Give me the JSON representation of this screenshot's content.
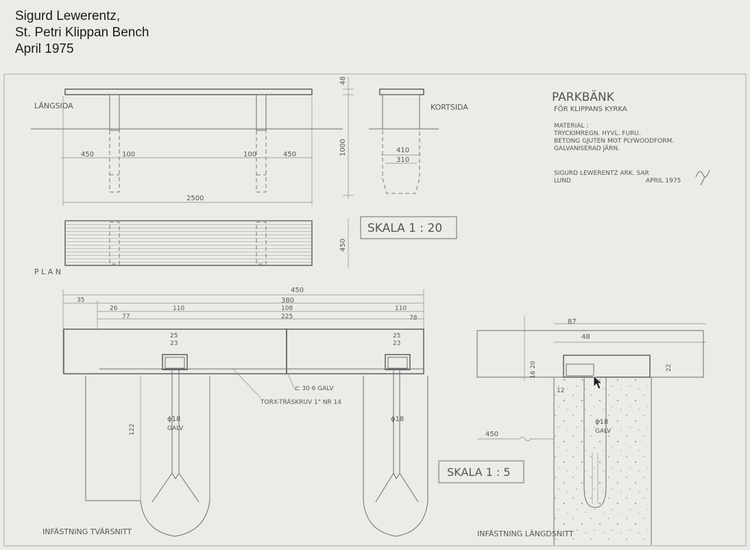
{
  "caption": {
    "line1": "Sigurd Lewerentz,",
    "line2": "St. Petri Klippan Bench",
    "line3": "April 1975"
  },
  "title_block": {
    "title": "PARKBÄNK",
    "subtitle": "FÖR KLIPPANS KYRKA",
    "material_label": "MATERIAL   :",
    "material_1": "TRYCKIMREGN. HYVL. FURU.",
    "material_2": "BETONG GJUTEN MOT PLYWOODFORM.",
    "material_3": "GALVANISERAD JÄRN.",
    "signature_1": "SIGURD LEWERENTZ  ARK. SAR",
    "signature_2": "LUND",
    "date": "APRIL 1975"
  },
  "labels": {
    "langsida": "LÄNGSIDA",
    "kortsida": "KORTSIDA",
    "plan": "P L A N",
    "skala_20": "SKALA  1 : 20",
    "skala_5": "SKALA  1 : 5",
    "infastning_tvarsnitt": "INFÄSTNING   TVÄRSNITT",
    "infastning_langdsnitt": "INFÄSTNING   LÄNGDSNITT",
    "galv_bolt": "⊏ 30·6 GALV",
    "screw": "TORX-TRÄSKRUV 1\" NR 14",
    "rod_1": "ϕ18",
    "rod_galv_1": "GALV",
    "rod_2": "ϕ18",
    "rod_3": "ϕ18",
    "rod_galv_3": "GALV"
  },
  "dims": {
    "d48_top": "48",
    "d1000": "1000",
    "d450_left": "450",
    "d100_left": "100",
    "d100_right": "100",
    "d450_right": "450",
    "d2500": "2500",
    "d410": "410",
    "d310": "310",
    "d450_plan": "450",
    "s450": "450",
    "s35": "35",
    "s380": "380",
    "s26": "26",
    "s110a": "110",
    "s108": "108",
    "s110b": "110",
    "s77": "77",
    "s225": "225",
    "s78": "78",
    "s25a": "25",
    "s23a": "23",
    "s25b": "25",
    "s23b": "23",
    "s122": "122",
    "l87": "87",
    "l48": "48",
    "l12": "12",
    "l450": "450",
    "l1620": "16 20",
    "l22": "22"
  },
  "icons": {
    "cursor": "mouse-pointer-icon"
  }
}
